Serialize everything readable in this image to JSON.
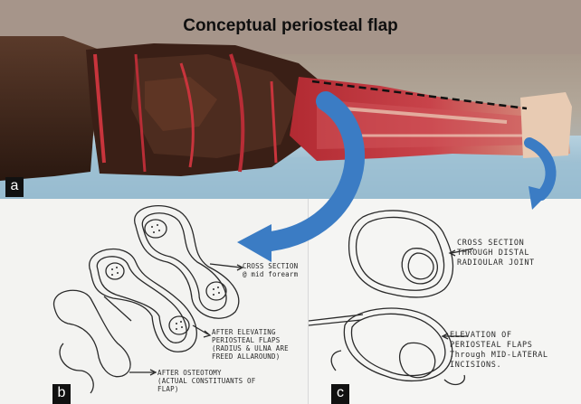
{
  "title": "Conceptual periosteal flap",
  "panels": {
    "a": {
      "label": "a"
    },
    "b": {
      "label": "b",
      "notes": {
        "cross_section": [
          "CROSS SECTION",
          "@ mid forearm"
        ],
        "after_elevating": [
          "AFTER ELEVATING",
          "PERIOSTEAL FLAPS",
          "(RADIUS & ULNA ARE",
          "FREED ALLAROUND)"
        ],
        "after_osteotomy": [
          "AFTER OSTEOTOMY",
          "(ACTUAL CONSTITUANTS OF",
          "FLAP)"
        ]
      }
    },
    "c": {
      "label": "c",
      "notes": {
        "cross_section_distal": [
          "CROSS SECTION",
          "THROUGH DISTAL",
          "RADIOULAR JOINT"
        ],
        "elevation": [
          "ELEVATION OF",
          "PERIOSTEAL FLAPS",
          "Through MID-LATERAL",
          "INCISIONS."
        ]
      }
    }
  },
  "colors": {
    "arrow": "#3b7cc4",
    "wound_red": "#c8343c",
    "eschar": "#3a1f16",
    "drape": "#8fb8cf",
    "sketch_ink": "#2a2a2a",
    "dashed_line": "#111111"
  }
}
